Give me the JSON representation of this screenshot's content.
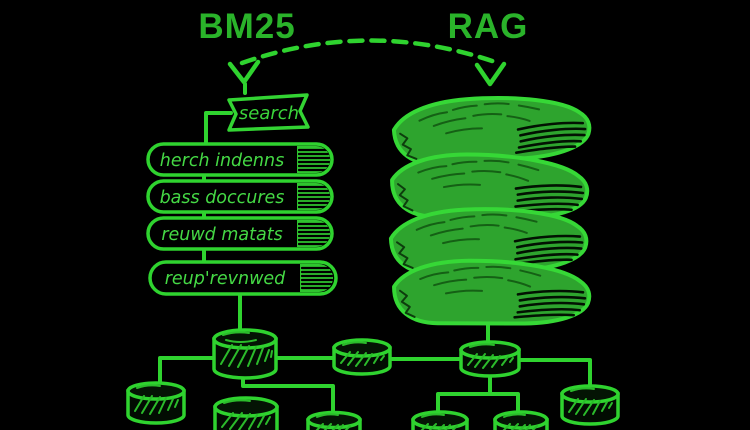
{
  "diagram": {
    "title_left": "BM25",
    "title_right": "RAG",
    "search_label": "search",
    "bm25_layers": [
      "herch indenns",
      "bass doccures",
      "reuwd matats",
      "reup'revnwed"
    ],
    "colors": {
      "background": "#000000",
      "line_green": "#2fd32f",
      "title_green": "#2ab32a",
      "book_fill_green": "#2ea42e",
      "label_green": "#45d945"
    }
  }
}
